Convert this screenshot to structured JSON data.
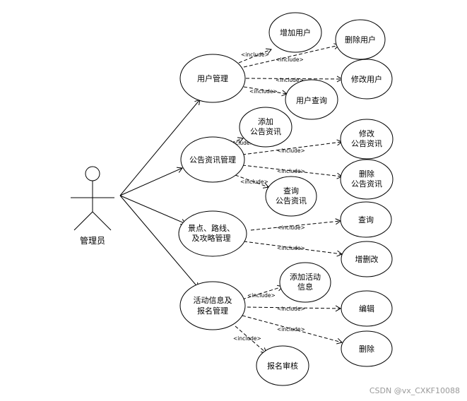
{
  "actor": {
    "name": "管理员"
  },
  "use_cases": {
    "user_mgmt": "用户管理",
    "add_user": "增加用户",
    "delete_user": "删除用户",
    "edit_user": "修改用户",
    "query_user": "用户查询",
    "news_mgmt": "公告资讯管理",
    "add_news": [
      "添加",
      "公告资讯"
    ],
    "edit_news": [
      "修改",
      "公告资讯"
    ],
    "delete_news": [
      "删除",
      "公告资讯"
    ],
    "query_news": [
      "查询",
      "公告资讯"
    ],
    "scenic_mgmt": [
      "景点、路线、",
      "及攻略管理"
    ],
    "scenic_query": "查询",
    "scenic_crud": "增删改",
    "activity_mgmt": [
      "活动信息及",
      "报名管理"
    ],
    "add_activity": [
      "添加活动",
      "信息"
    ],
    "edit_activity": "编辑",
    "delete_activity": "删除",
    "review_signup": "报名审核"
  },
  "relation_label": "<include>",
  "watermark": "CSDN @vx_CXKF10088"
}
